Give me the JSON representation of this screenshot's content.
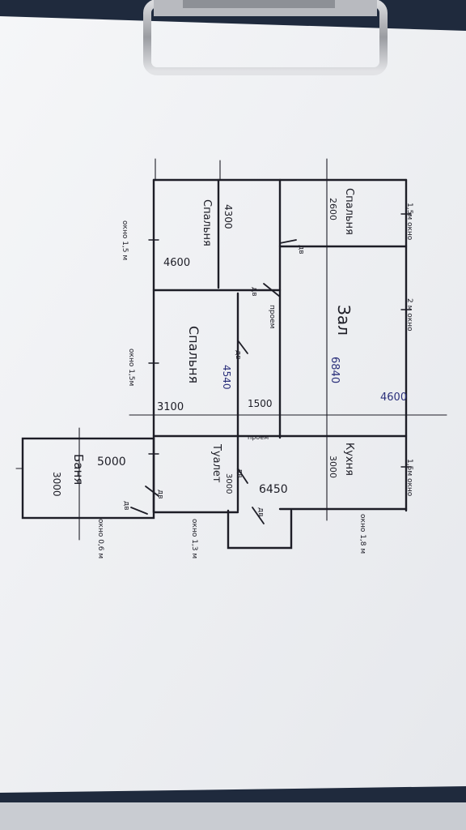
{
  "plan": {
    "rooms": {
      "bedroom_top": {
        "name": "Спальня",
        "dim_a": "2600",
        "dim_b": "4300"
      },
      "bedroom_left": {
        "name": "Спальня",
        "dim_a": "4600"
      },
      "bedroom_mid": {
        "name": "Спальня",
        "dim_a": "3100",
        "dim_b": "4540"
      },
      "hall": {
        "name": "Зал",
        "dim_a": "6840",
        "dim_b": "4600"
      },
      "kitchen": {
        "name": "Кухня",
        "dim_a": "3000"
      },
      "toilet": {
        "name": "Туалет",
        "dim_a": "3000"
      },
      "bath": {
        "name": "Баня",
        "dim_a": "5000",
        "dim_b": "3000"
      }
    },
    "totals": {
      "passage": "1500",
      "long": "6450"
    },
    "windows": {
      "w1": "1,5м окно",
      "w2": "2 м окно",
      "w3": "1,5м окно",
      "w4": "окно 1,8 м",
      "w5": "окно 1,5 м",
      "w6": "окно 1,5м",
      "w7": "окно 1,3 м",
      "w8": "окно 0,6 м"
    },
    "doors": {
      "label": "дв",
      "passage": "проем"
    }
  },
  "colors": {
    "paper": "#f2f3f6",
    "ink": "#1d1d26",
    "blue_ink": "#2a2f7a",
    "clipboard": "#1f2a3d"
  }
}
